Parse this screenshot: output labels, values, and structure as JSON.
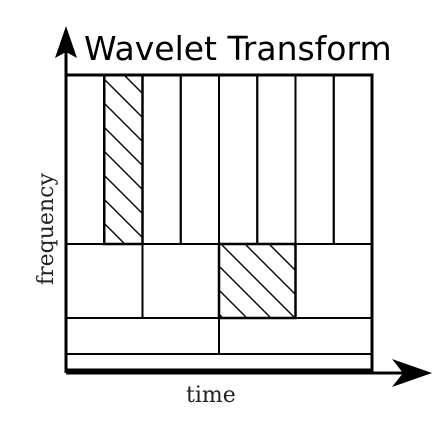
{
  "diagram": {
    "title": "Wavelet Transform",
    "x_axis_label": "time",
    "y_axis_label": "frequency",
    "tiling": [
      {
        "band": "highest-frequency",
        "time_cells": 8,
        "hatched_cell": 2
      },
      {
        "band": "high-frequency",
        "time_cells": 4,
        "hatched_cell": 3
      },
      {
        "band": "low-frequency",
        "time_cells": 2,
        "hatched_cell": null
      },
      {
        "band": "lowest-frequency",
        "time_cells": 1,
        "hatched_cell": null
      }
    ]
  }
}
